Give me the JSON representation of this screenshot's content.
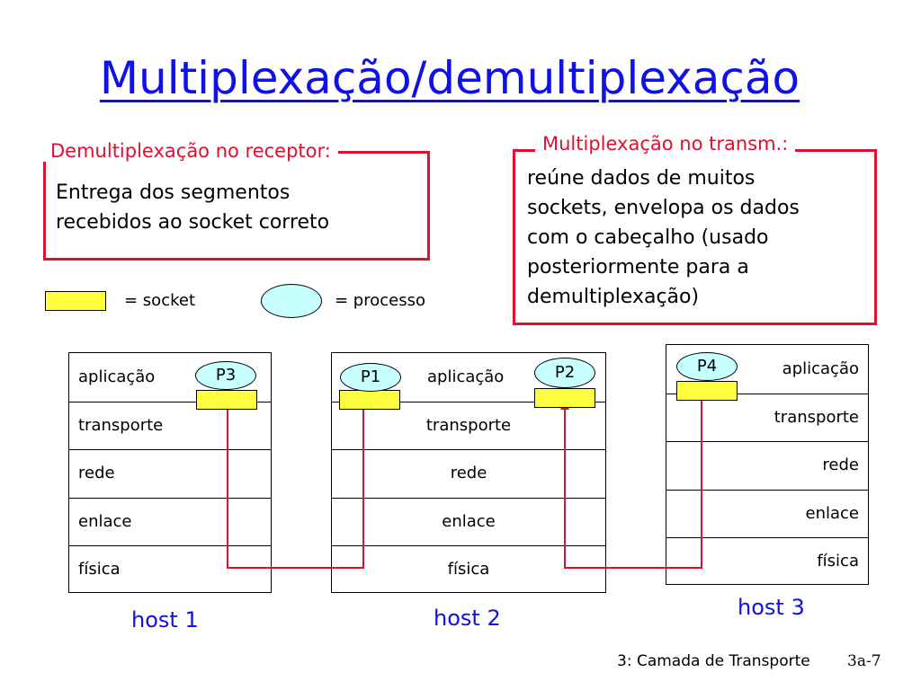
{
  "title": "Multiplexação/demultiplexação",
  "demux_box": {
    "label": "Demultiplexação no receptor:",
    "lines": [
      "Entrega dos segmentos",
      "recebidos ao socket correto"
    ]
  },
  "mux_box": {
    "label": "Multiplexação no transm.:",
    "lines": [
      "reúne dados de muitos",
      "sockets, envelopa os dados",
      "com o cabeçalho (usado",
      "posteriormente para a",
      "demultiplexação)"
    ]
  },
  "legend": {
    "socket": "= socket",
    "process": "= processo"
  },
  "layers": [
    "aplicação",
    "transporte",
    "rede",
    "enlace",
    "física"
  ],
  "hosts": [
    {
      "label": "host 1",
      "process": "P3"
    },
    {
      "label": "host 2",
      "processes": [
        "P1",
        "P2"
      ]
    },
    {
      "label": "host 3",
      "process": "P4"
    }
  ],
  "colors": {
    "title": "#1010e8",
    "red": "#e01030",
    "socket": "#ffff40",
    "process": "#c8ffff"
  },
  "footer": {
    "left": "3: Camada de Transporte",
    "right": "3a-7"
  }
}
